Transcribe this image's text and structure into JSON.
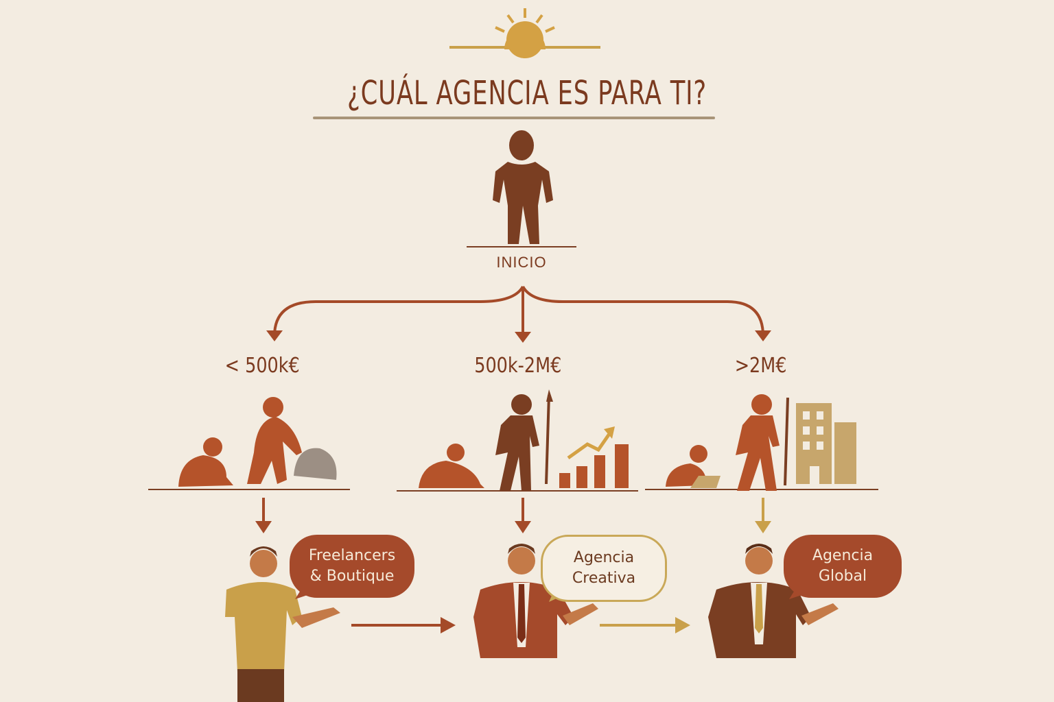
{
  "title": "¿CUÁL AGENCIA ES PARA TI?",
  "start_label": "INICIO",
  "branches": [
    {
      "range": "< 500k€",
      "result": "Freelancers & Boutique",
      "result_line1": "Freelancers",
      "result_line2": "& Boutique"
    },
    {
      "range": "500k-2M€",
      "result": "Agencia Creativa",
      "result_line1": "Agencia",
      "result_line2": "Creativa"
    },
    {
      "range": ">2M€",
      "result": "Agencia Global",
      "result_line1": "Agencia",
      "result_line2": "Global"
    }
  ],
  "colors": {
    "background": "#f3ece1",
    "brown": "#7b3a1f",
    "rust": "#b5532a",
    "gold": "#c9a04a",
    "tan": "#c7a66c"
  }
}
